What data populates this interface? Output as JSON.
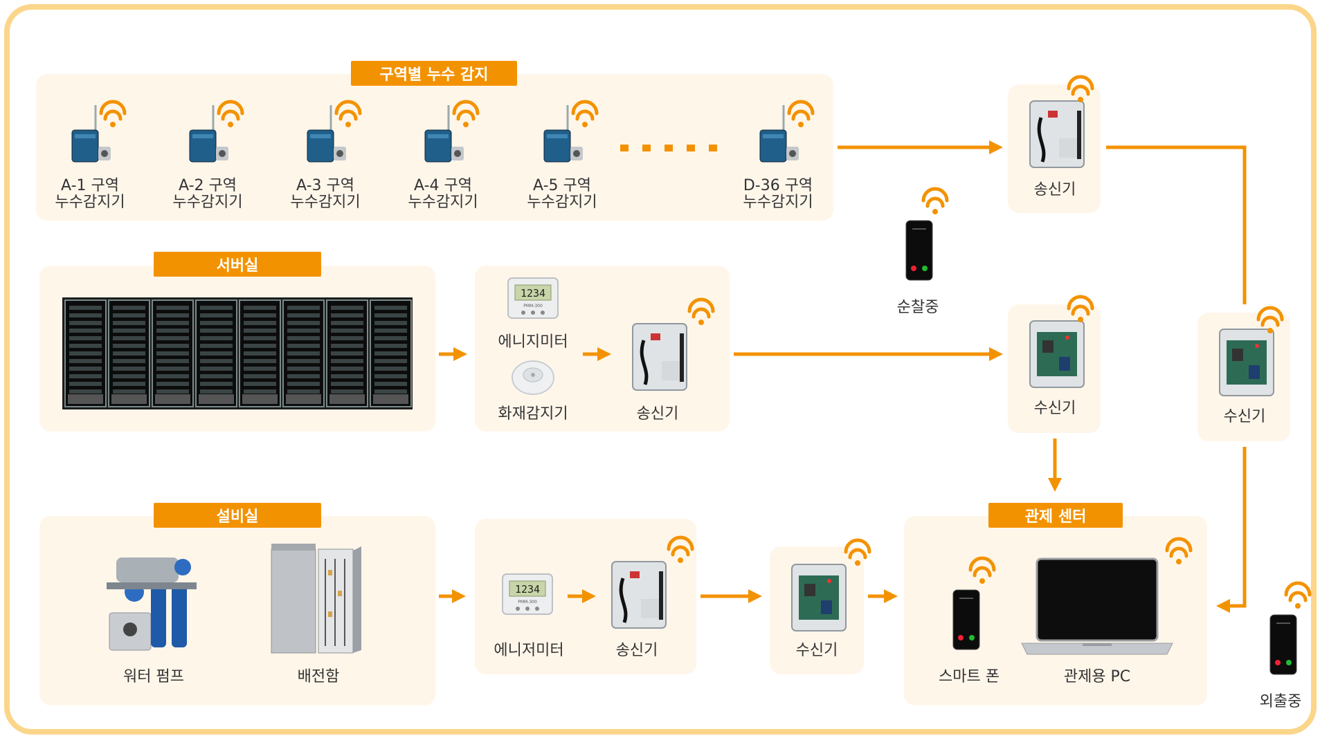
{
  "colors": {
    "accent": "#F39200",
    "panel": "#FFF6EA",
    "frame": "#FBD68A"
  },
  "zone_panel": {
    "title": "구역별 누수 감지",
    "sensors": [
      {
        "line1": "A-1 구역",
        "line2": "누수감지기"
      },
      {
        "line1": "A-2 구역",
        "line2": "누수감지기"
      },
      {
        "line1": "A-3 구역",
        "line2": "누수감지기"
      },
      {
        "line1": "A-4 구역",
        "line2": "누수감지기"
      },
      {
        "line1": "A-5 구역",
        "line2": "누수감지기"
      },
      {
        "line1": "D-36 구역",
        "line2": "누수감지기"
      }
    ]
  },
  "server_room": {
    "title": "서버실"
  },
  "server_devices": {
    "energy_meter": "에니지미터",
    "fire_detector": "화재감지기",
    "transmitter": "송신기"
  },
  "facility_room": {
    "title": "설비실",
    "water_pump": "워터 펌프",
    "switchboard": "배전함"
  },
  "facility_devices": {
    "energy_meter": "에니저미터",
    "transmitter": "송신기"
  },
  "facility_receiver": "수신기",
  "top_transmitter": "송신기",
  "patrol_phone": "순찰중",
  "middle_receiver": "수신기",
  "right_receiver": "수신기",
  "control_center": {
    "title": "관제 센터",
    "smartphone": "스마트 폰",
    "pc": "관제용 PC"
  },
  "away_phone": "외출중",
  "meter_display": "1234",
  "meter_model": "PMM-300"
}
